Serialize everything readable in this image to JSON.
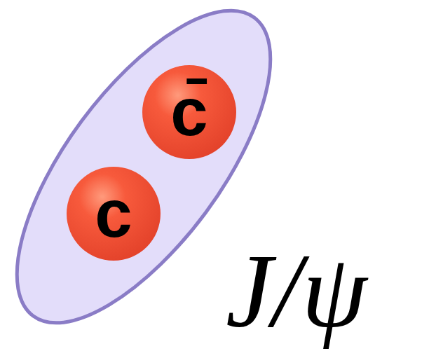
{
  "diagram": {
    "nodes": [
      {
        "text": [
          "J/ψ"
        ]
      },
      {
        "text": [
          "c̄"
        ],
        "in": 0
      },
      {
        "text": [
          "c"
        ],
        "in": 0
      }
    ]
  }
}
